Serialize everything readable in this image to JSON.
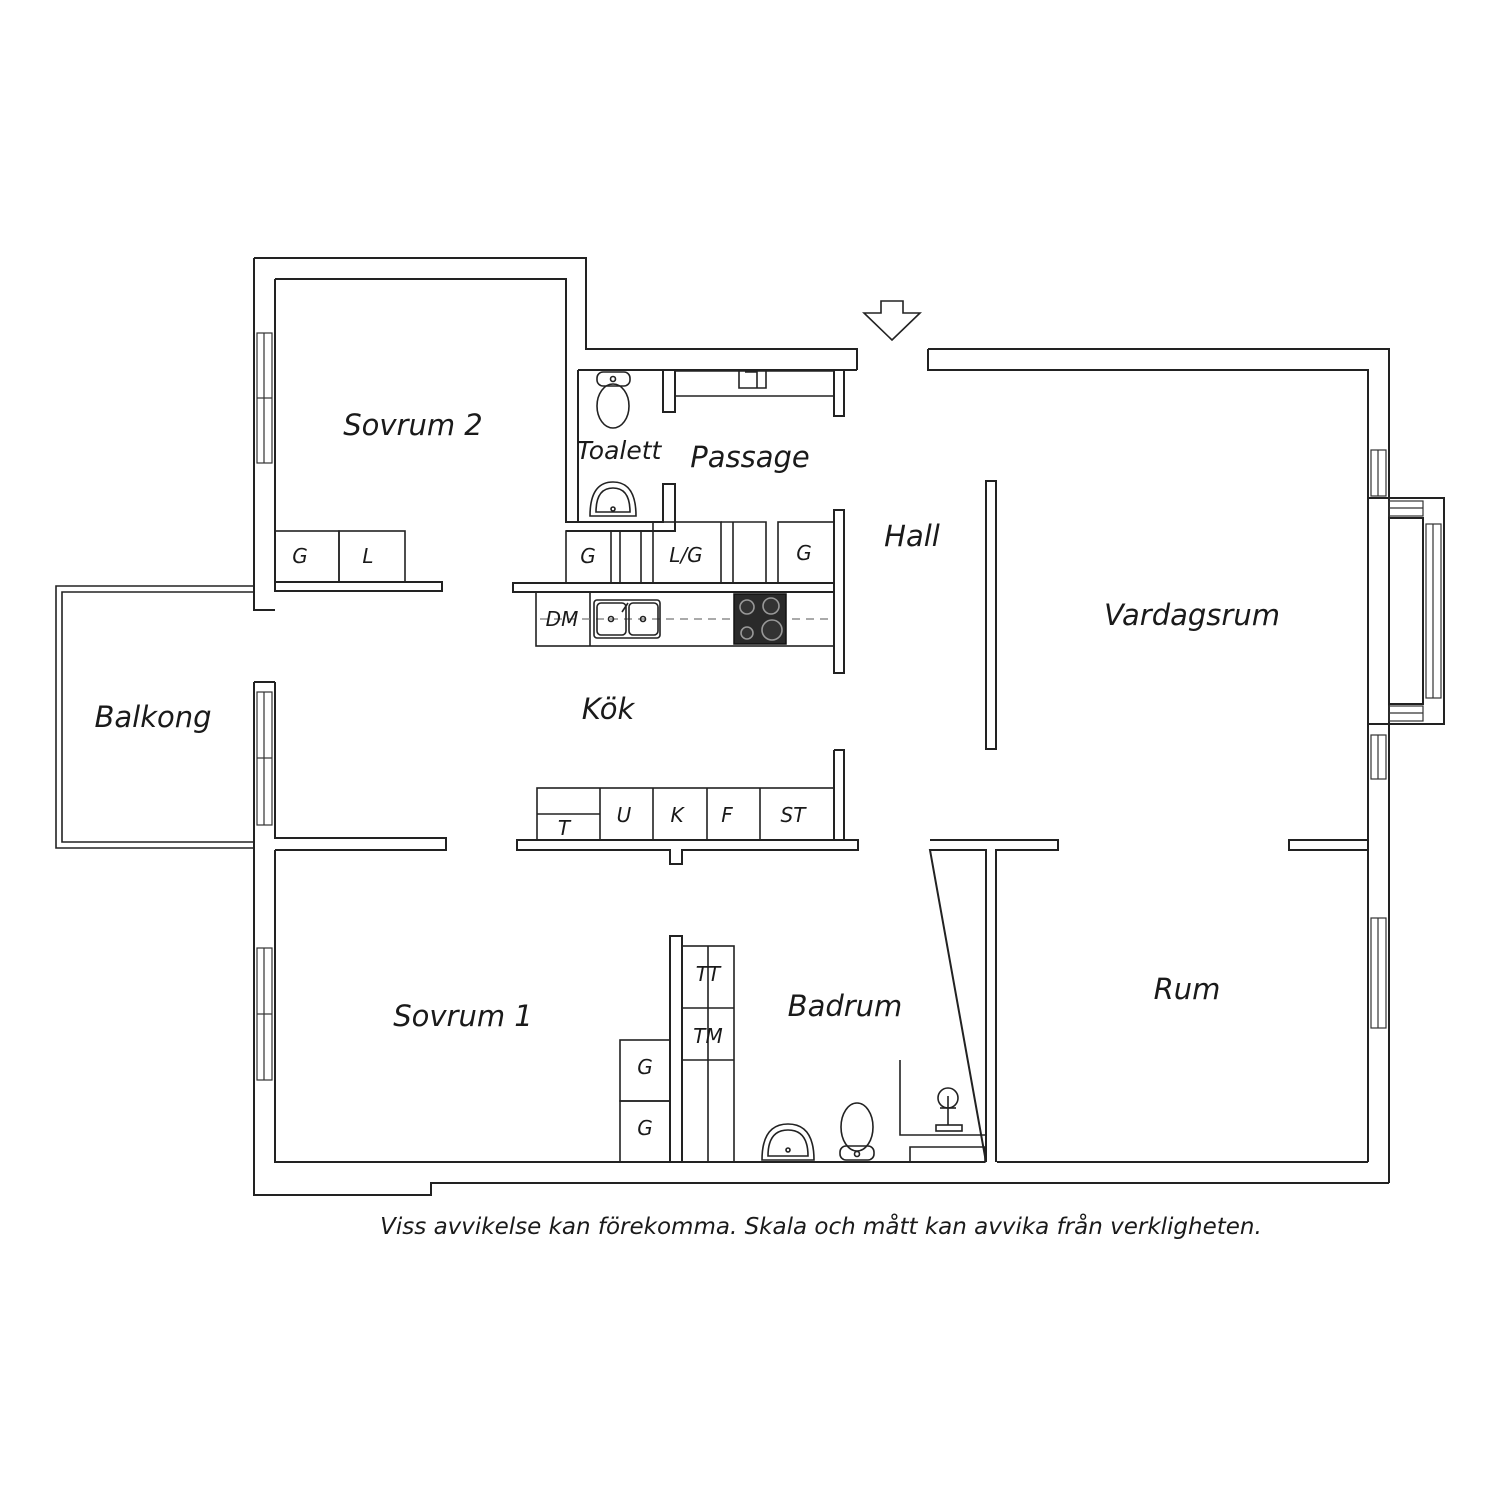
{
  "rooms": {
    "sovrum2": "Sovrum 2",
    "toalett": "Toalett",
    "passage": "Passage",
    "hall": "Hall",
    "vardagsrum": "Vardagsrum",
    "balkong": "Balkong",
    "kok": "Kök",
    "sovrum1": "Sovrum 1",
    "badrum": "Badrum",
    "rum": "Rum"
  },
  "fixtures": {
    "g": "G",
    "l": "L",
    "lg": "L/G",
    "dm": "DM",
    "t": "T",
    "u": "U",
    "k": "K",
    "f": "F",
    "st": "ST",
    "tt": "TT",
    "tm": "TM"
  },
  "disclaimer": "Viss avvikelse kan förekomma. Skala och mått kan avvika från verkligheten."
}
